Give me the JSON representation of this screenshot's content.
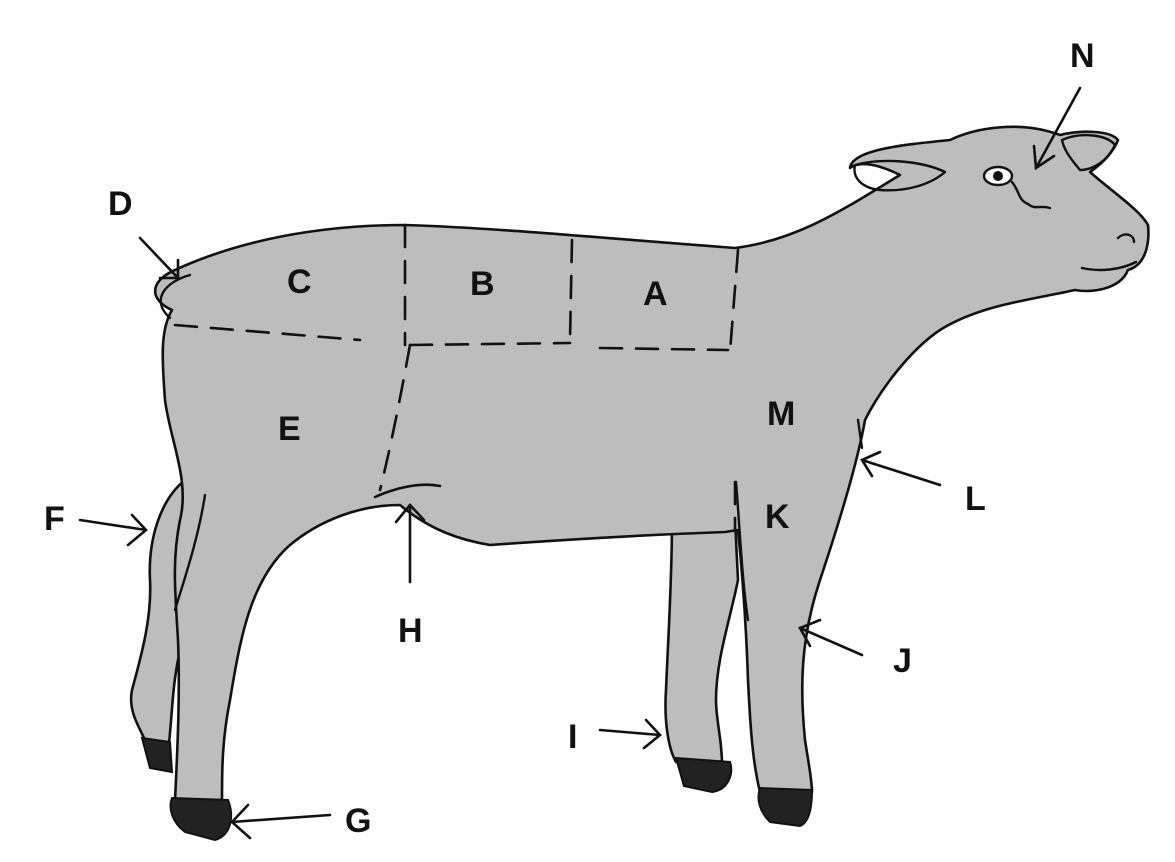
{
  "diagram": {
    "body_color": "#bdbdbd",
    "outline_color": "#111111",
    "labels": {
      "A": "A",
      "B": "B",
      "C": "C",
      "D": "D",
      "E": "E",
      "F": "F",
      "G": "G",
      "H": "H",
      "I": "I",
      "J": "J",
      "K": "K",
      "L": "L",
      "M": "M",
      "N": "N"
    }
  }
}
